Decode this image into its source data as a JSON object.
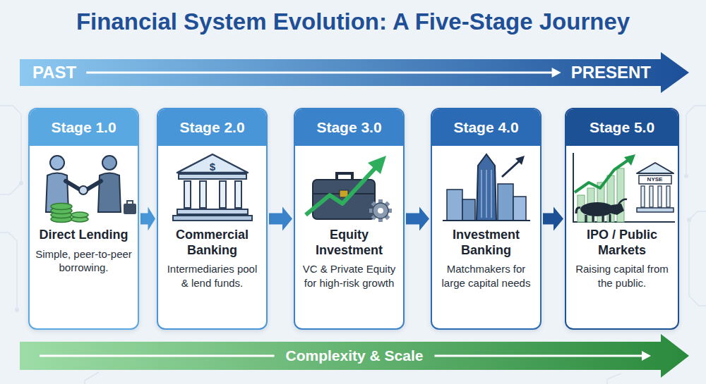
{
  "diagram": {
    "title": "Financial System Evolution: A Five-Stage Journey",
    "nodes": [
      {
        "text": [
          "PAST",
          "PRESENT"
        ]
      },
      {
        "text": [
          "Stage 1.0",
          "Direct Lending",
          "Simple, peer-to-peer borrowing."
        ]
      },
      {
        "text": [
          "Stage 2.0",
          "Commercial Banking",
          "Intermediaries pool & lend funds."
        ]
      },
      {
        "text": [
          "Stage 3.0",
          "Equity Investment",
          "VC & Private Equity for high-risk growth"
        ]
      },
      {
        "text": [
          "Stage 4.0",
          "Investment Banking",
          "Matchmakers for large capital needs"
        ]
      },
      {
        "text": [
          "Stage 5.0",
          "IPO / Public Markets",
          "Raising capital from the public."
        ]
      },
      {
        "text": [
          "Complexity & Scale"
        ]
      }
    ],
    "edges": [
      {
        "from": 1,
        "to": 2,
        "arrow": "to"
      },
      {
        "from": 2,
        "to": 3,
        "arrow": "to"
      },
      {
        "from": 3,
        "to": 4,
        "arrow": "to"
      },
      {
        "from": 4,
        "to": 5,
        "arrow": "to"
      }
    ],
    "labels": [
      "$",
      "NYSE"
    ]
  }
}
